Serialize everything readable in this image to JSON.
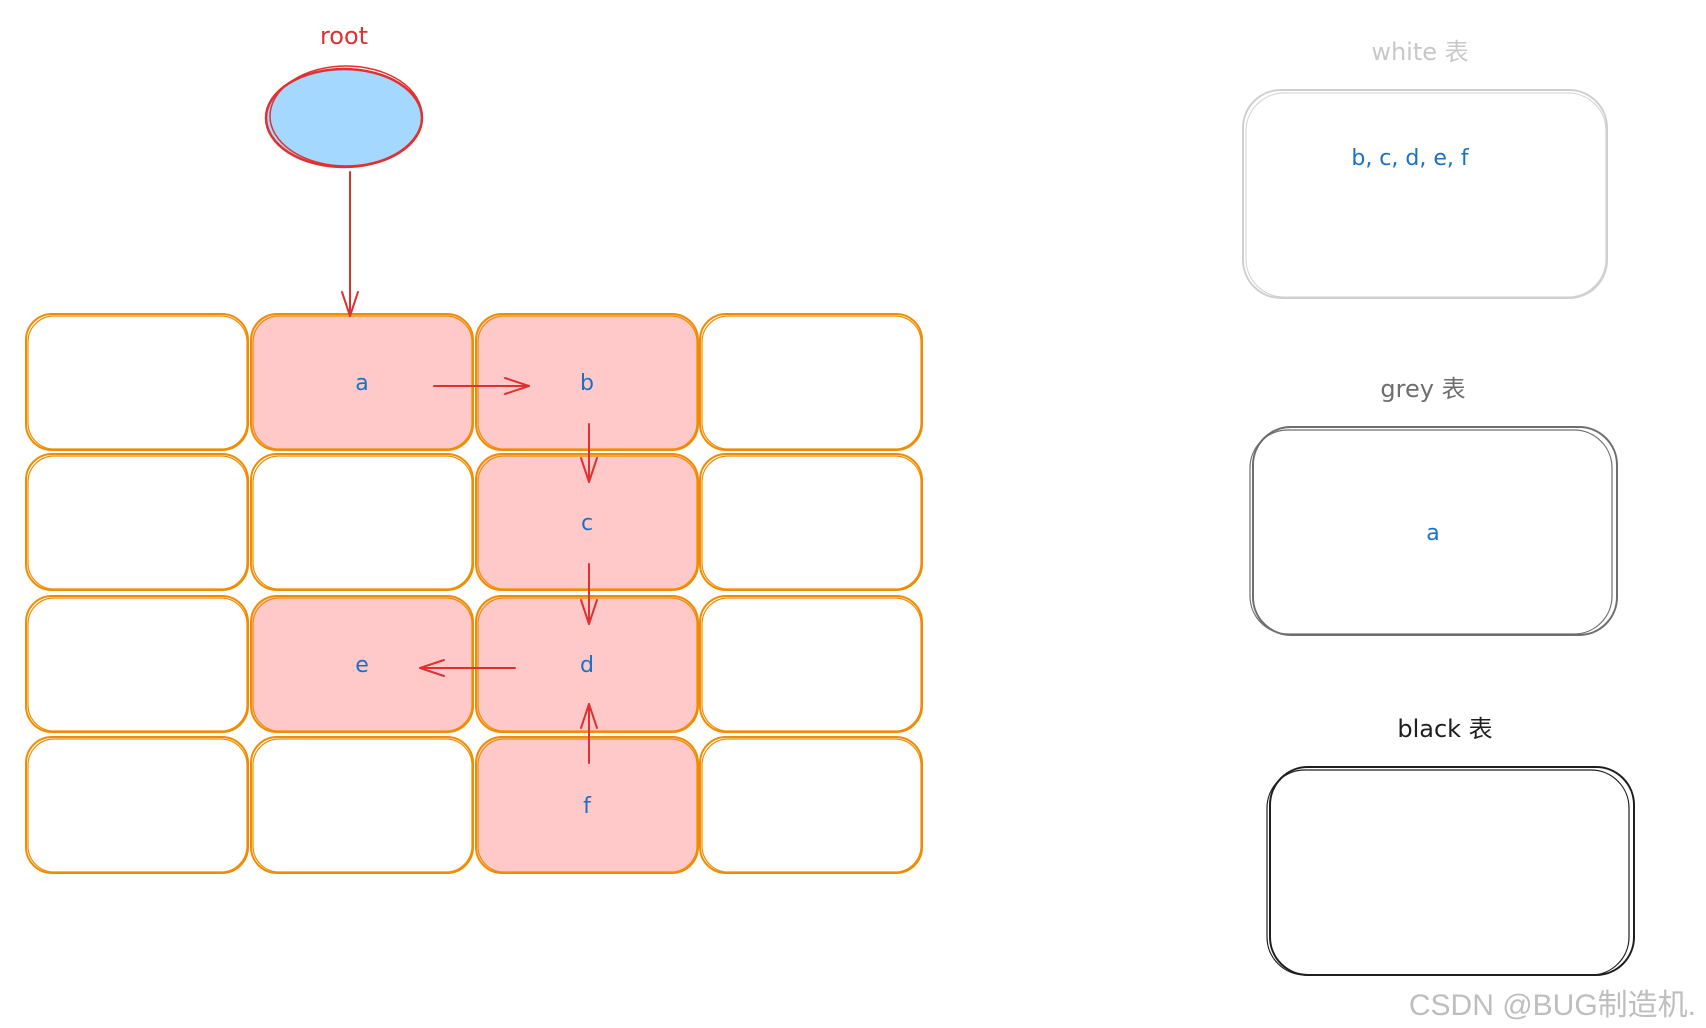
{
  "root": {
    "label": "root",
    "fill": "#a5d8ff",
    "stroke": "#e03131"
  },
  "grid": {
    "cell_stroke": "#f08c00",
    "marked_fill": "#ffc9c9",
    "cells": [
      {
        "row": 0,
        "col": 0,
        "label": "",
        "marked": false
      },
      {
        "row": 0,
        "col": 1,
        "label": "a",
        "marked": true
      },
      {
        "row": 0,
        "col": 2,
        "label": "b",
        "marked": true
      },
      {
        "row": 0,
        "col": 3,
        "label": "",
        "marked": false
      },
      {
        "row": 1,
        "col": 0,
        "label": "",
        "marked": false
      },
      {
        "row": 1,
        "col": 1,
        "label": "",
        "marked": false
      },
      {
        "row": 1,
        "col": 2,
        "label": "c",
        "marked": true
      },
      {
        "row": 1,
        "col": 3,
        "label": "",
        "marked": false
      },
      {
        "row": 2,
        "col": 0,
        "label": "",
        "marked": false
      },
      {
        "row": 2,
        "col": 1,
        "label": "e",
        "marked": true
      },
      {
        "row": 2,
        "col": 2,
        "label": "d",
        "marked": true
      },
      {
        "row": 2,
        "col": 3,
        "label": "",
        "marked": false
      },
      {
        "row": 3,
        "col": 0,
        "label": "",
        "marked": false
      },
      {
        "row": 3,
        "col": 1,
        "label": "",
        "marked": false
      },
      {
        "row": 3,
        "col": 2,
        "label": "f",
        "marked": true
      },
      {
        "row": 3,
        "col": 3,
        "label": "",
        "marked": false
      }
    ]
  },
  "edges": [
    {
      "from": "root",
      "to": "a"
    },
    {
      "from": "a",
      "to": "b"
    },
    {
      "from": "b",
      "to": "c"
    },
    {
      "from": "c",
      "to": "d"
    },
    {
      "from": "d",
      "to": "e"
    },
    {
      "from": "f",
      "to": "d"
    }
  ],
  "edge_color": "#e03131",
  "tables": {
    "white": {
      "title": "white 表",
      "content": "b, c, d, e, f",
      "title_color": "#c8c8c8",
      "stroke": "#cfcfcf"
    },
    "grey": {
      "title": "grey 表",
      "content": "a",
      "title_color": "#6e6e6e",
      "stroke": "#6e6e6e"
    },
    "black": {
      "title": "black 表",
      "content": "",
      "title_color": "#1e1e1e",
      "stroke": "#1e1e1e"
    }
  },
  "watermark": "CSDN @BUG制造机."
}
